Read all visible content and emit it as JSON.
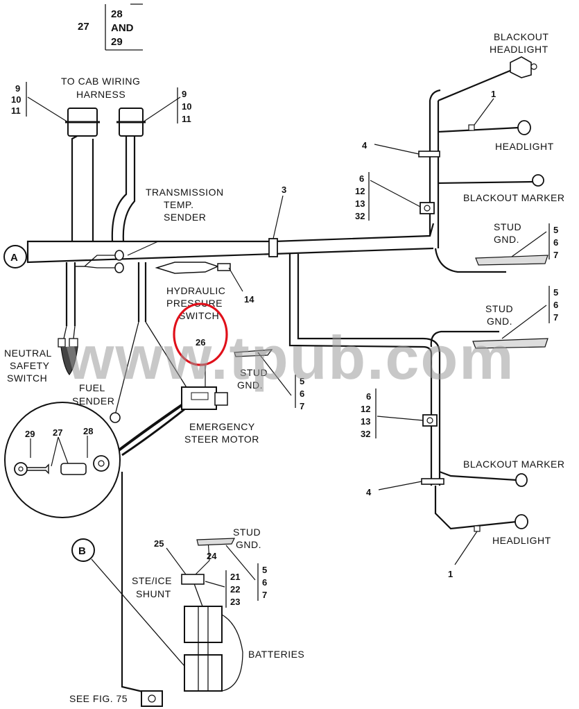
{
  "header": {
    "ref_num": "27",
    "ref_top": "28",
    "ref_and": "AND",
    "ref_bottom": "29"
  },
  "callouts": {
    "A": "A",
    "B": "B"
  },
  "labels": {
    "to_cab": "TO CAB WIRING",
    "harness": "HARNESS",
    "transmission": "TRANSMISSION",
    "temp": "TEMP.",
    "sender": "SENDER",
    "hydraulic": "HYDRAULIC",
    "pressure": "PRESSURE",
    "switch": "SWITCH",
    "neutral": "NEUTRAL",
    "safety": "SAFETY",
    "switch2": "SWITCH",
    "fuel": "FUEL",
    "fuel_sender": "SENDER",
    "emergency": "EMERGENCY",
    "steer_motor": "STEER MOTOR",
    "stud_a": "STUD",
    "gnd_a": "GND.",
    "stud_b": "STUD",
    "gnd_b": "GND.",
    "stud_c": "STUD",
    "gnd_c": "GND.",
    "stud_d": "STUD",
    "gnd_d": "GND.",
    "blackout_headlight_1": "BLACKOUT",
    "blackout_headlight_2": "HEADLIGHT",
    "headlight_top": "HEADLIGHT",
    "blackout_marker_top": "BLACKOUT MARKER",
    "blackout_marker_bottom": "BLACKOUT MARKER",
    "headlight_bottom": "HEADLIGHT",
    "ste_ice": "STE/ICE",
    "shunt": "SHUNT",
    "batteries": "BATTERIES",
    "see_fig": "SEE FIG. 75",
    "watermark": "www.tpub.com"
  },
  "numbers": {
    "n1_top": "1",
    "n1_bottom": "1",
    "n3": "3",
    "n4_top": "4",
    "n4_bottom": "4",
    "n14": "14",
    "n24": "24",
    "n25": "25",
    "n26": "26",
    "n27": "27",
    "n28": "28",
    "n29": "29",
    "left_stack": [
      "9",
      "10",
      "11"
    ],
    "right_stack": [
      "9",
      "10",
      "11"
    ],
    "clip_stack_top": [
      "6",
      "12",
      "13",
      "32"
    ],
    "clip_stack_bottom": [
      "6",
      "12",
      "13",
      "32"
    ],
    "gnd_stack_1": [
      "5",
      "6",
      "7"
    ],
    "gnd_stack_2": [
      "5",
      "6",
      "7"
    ],
    "gnd_stack_3": [
      "5",
      "6",
      "7"
    ],
    "gnd_stack_4": [
      "5",
      "6",
      "7"
    ],
    "shunt_stack": [
      "21",
      "22",
      "23"
    ]
  },
  "highlight_color": "#e0101a"
}
